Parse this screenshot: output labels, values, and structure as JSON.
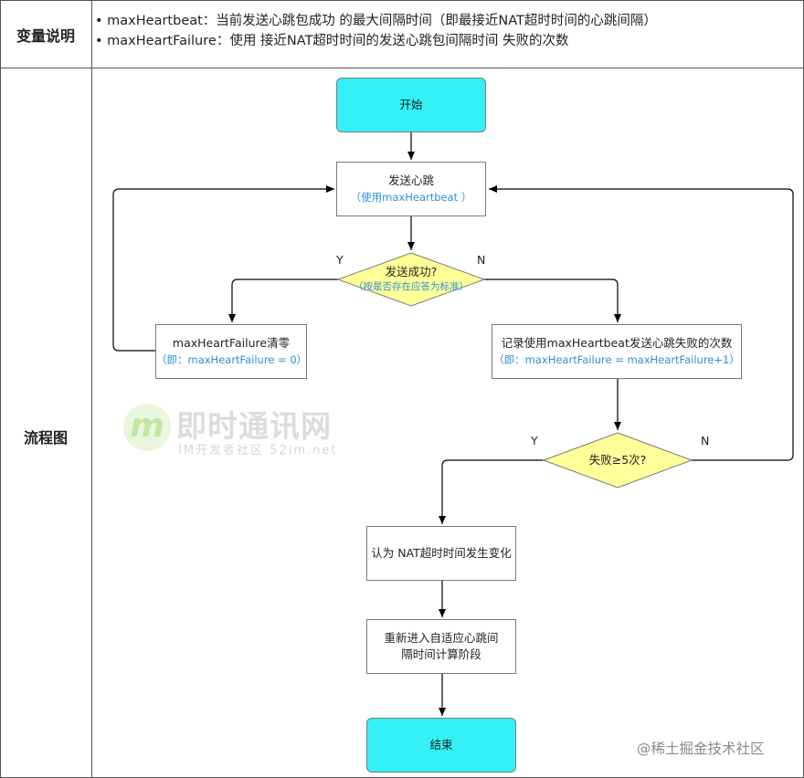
{
  "table": {
    "row1_label": "变量说明",
    "row2_label": "流程图",
    "var_lines": [
      "• maxHeartbeat：当前发送心跳包成功 的最大间隔时间（即最接近NAT超时时间的心跳间隔）",
      "• maxHeartFailure：使用 接近NAT超时时间的发送心跳包间隔时间 失败的次数"
    ]
  },
  "flow": {
    "start": "开始",
    "send": {
      "title": "发送心跳",
      "sub": "（使用maxHeartbeat ）"
    },
    "decision1": {
      "title": "发送成功?",
      "sub": "（按是否存在应答为标准）"
    },
    "reset": {
      "title": "maxHeartFailure清零",
      "sub": "（即：maxHeartFailure = 0）"
    },
    "record": {
      "title": "记录使用maxHeartbeat发送心跳失败的次数",
      "sub": "（即：maxHeartFailure = maxHeartFailure+1）"
    },
    "decision2": {
      "title": "失败≥5次?"
    },
    "nat_change": "认为 NAT超时时间发生变化",
    "reenter": "重新进入自适应心跳间隔时间计算阶段",
    "end": "结束",
    "labels": {
      "y1": "Y",
      "n1": "N",
      "y2": "Y",
      "n2": "N"
    }
  },
  "watermark": {
    "logo": "m",
    "title": "即时通讯网",
    "sub": "IM开发者社区 52im.net"
  },
  "footer": "@稀土掘金技术社区",
  "colors": {
    "terminal": "#33f0f4",
    "decision": "#ffff99",
    "subtext": "#2f8fd8"
  }
}
